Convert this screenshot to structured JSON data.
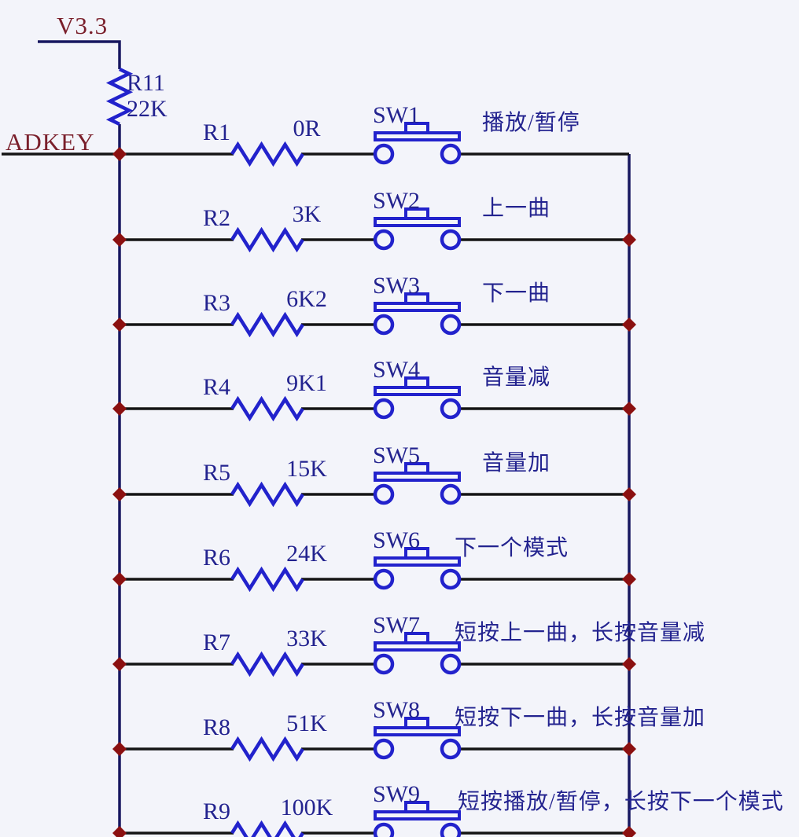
{
  "diagram": {
    "type": "circuit-schematic",
    "power_net": "V3.3",
    "output_net": "ADKEY",
    "pullup_resistor": {
      "ref": "R11",
      "value": "22K"
    },
    "rows": [
      {
        "ref": "R1",
        "value": "0R",
        "switch": "SW1",
        "function": "播放/暂停"
      },
      {
        "ref": "R2",
        "value": "3K",
        "switch": "SW2",
        "function": "上一曲"
      },
      {
        "ref": "R3",
        "value": "6K2",
        "switch": "SW3",
        "function": "下一曲"
      },
      {
        "ref": "R4",
        "value": "9K1",
        "switch": "SW4",
        "function": "音量减"
      },
      {
        "ref": "R5",
        "value": "15K",
        "switch": "SW5",
        "function": "音量加"
      },
      {
        "ref": "R6",
        "value": "24K",
        "switch": "SW6",
        "function": "下一个模式"
      },
      {
        "ref": "R7",
        "value": "33K",
        "switch": "SW7",
        "function": "短按上一曲，长按音量减"
      },
      {
        "ref": "R8",
        "value": "51K",
        "switch": "SW8",
        "function": "短按下一曲，长按音量加"
      },
      {
        "ref": "R9",
        "value": "100K",
        "switch": "SW9",
        "function": "短按播放/暂停，长按下一个模式"
      }
    ],
    "colors": {
      "background": "#f3f4fa",
      "component_blue": "#2222cc",
      "text_navy": "#23238f",
      "net_label_red": "#7a1f2b",
      "junction_red": "#8b1010",
      "wire_black": "#141414",
      "bus_navy": "#171760"
    }
  }
}
